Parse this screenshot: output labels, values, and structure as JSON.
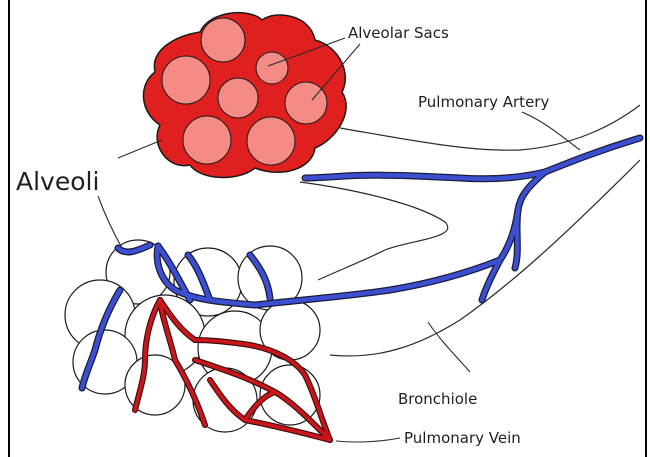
{
  "diagram": {
    "labels": {
      "alveolar_sacs": "Alveolar Sacs",
      "pulmonary_artery": "Pulmonary Artery",
      "alveoli": "Alveoli",
      "bronchiole": "Bronchiole",
      "pulmonary_vein": "Pulmonary Vein"
    },
    "colors": {
      "sac_fill": "#e0201e",
      "sac_inner": "#f48b85",
      "artery_blue": "#3b4fd0",
      "vein_red": "#c8161a",
      "outline": "#1a1a1a"
    }
  }
}
